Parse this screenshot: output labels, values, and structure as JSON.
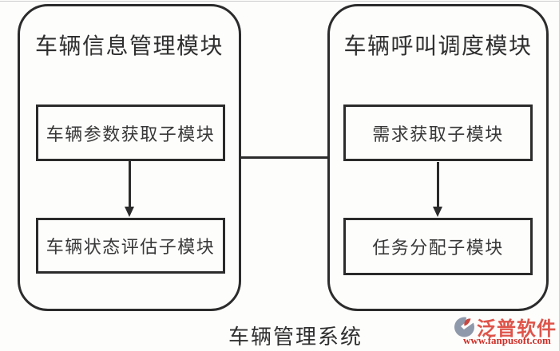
{
  "diagram": {
    "caption": "车辆管理系统",
    "modules": [
      {
        "title": "车辆信息管理模块",
        "children": [
          "车辆参数获取子模块",
          "车辆状态评估子模块"
        ]
      },
      {
        "title": "车辆呼叫调度模块",
        "children": [
          "需求获取子模块",
          "任务分配子模块"
        ]
      }
    ]
  },
  "watermark": {
    "brand": "泛普软件",
    "url": "www.fanpusoft.com",
    "brand_color": "#df544a",
    "url_color": "#cd2f27",
    "icon_gray": "#8e99ab",
    "icon_red": "#c8473f"
  },
  "colors": {
    "line": "#2b2b2b",
    "text": "#333333",
    "background": "#fdfdfc"
  }
}
